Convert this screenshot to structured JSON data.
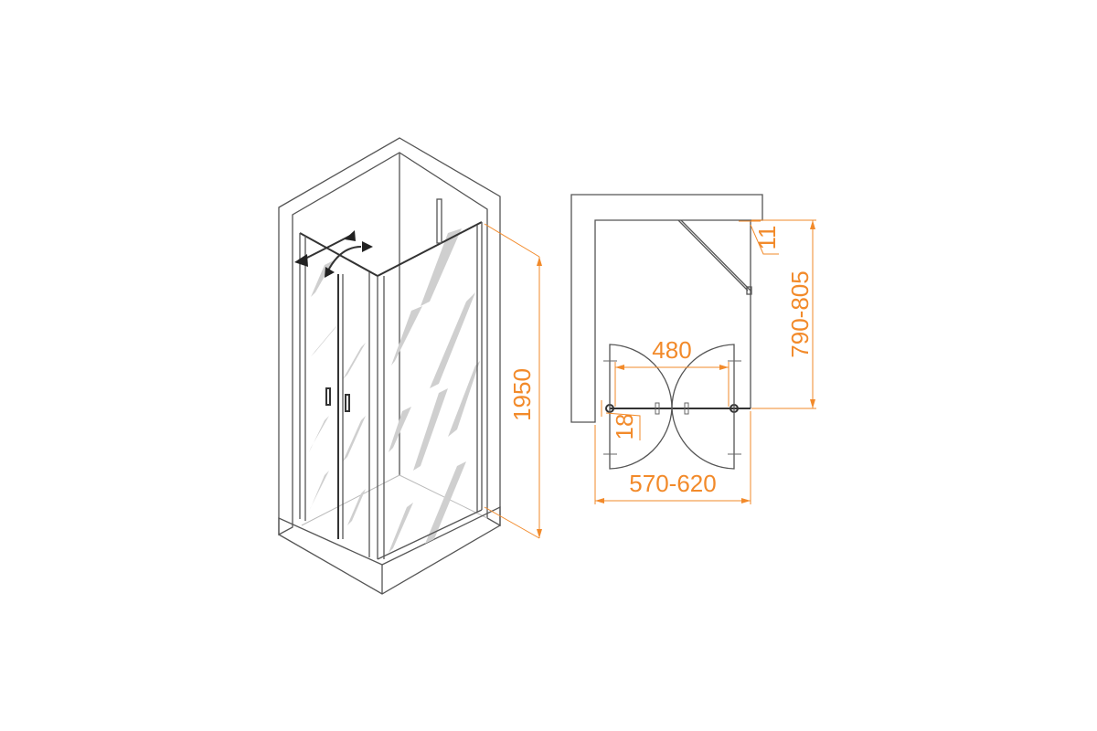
{
  "colors": {
    "line": "#555555",
    "dimension": "#f28a2a",
    "frost": "#cfcfcf"
  },
  "isometric_view": {
    "height_label": "1950"
  },
  "plan_view": {
    "depth_label": "790-805",
    "wall_gap_label": "11",
    "door_opening_label": "480",
    "profile_label": "18",
    "width_label": "570-620"
  }
}
